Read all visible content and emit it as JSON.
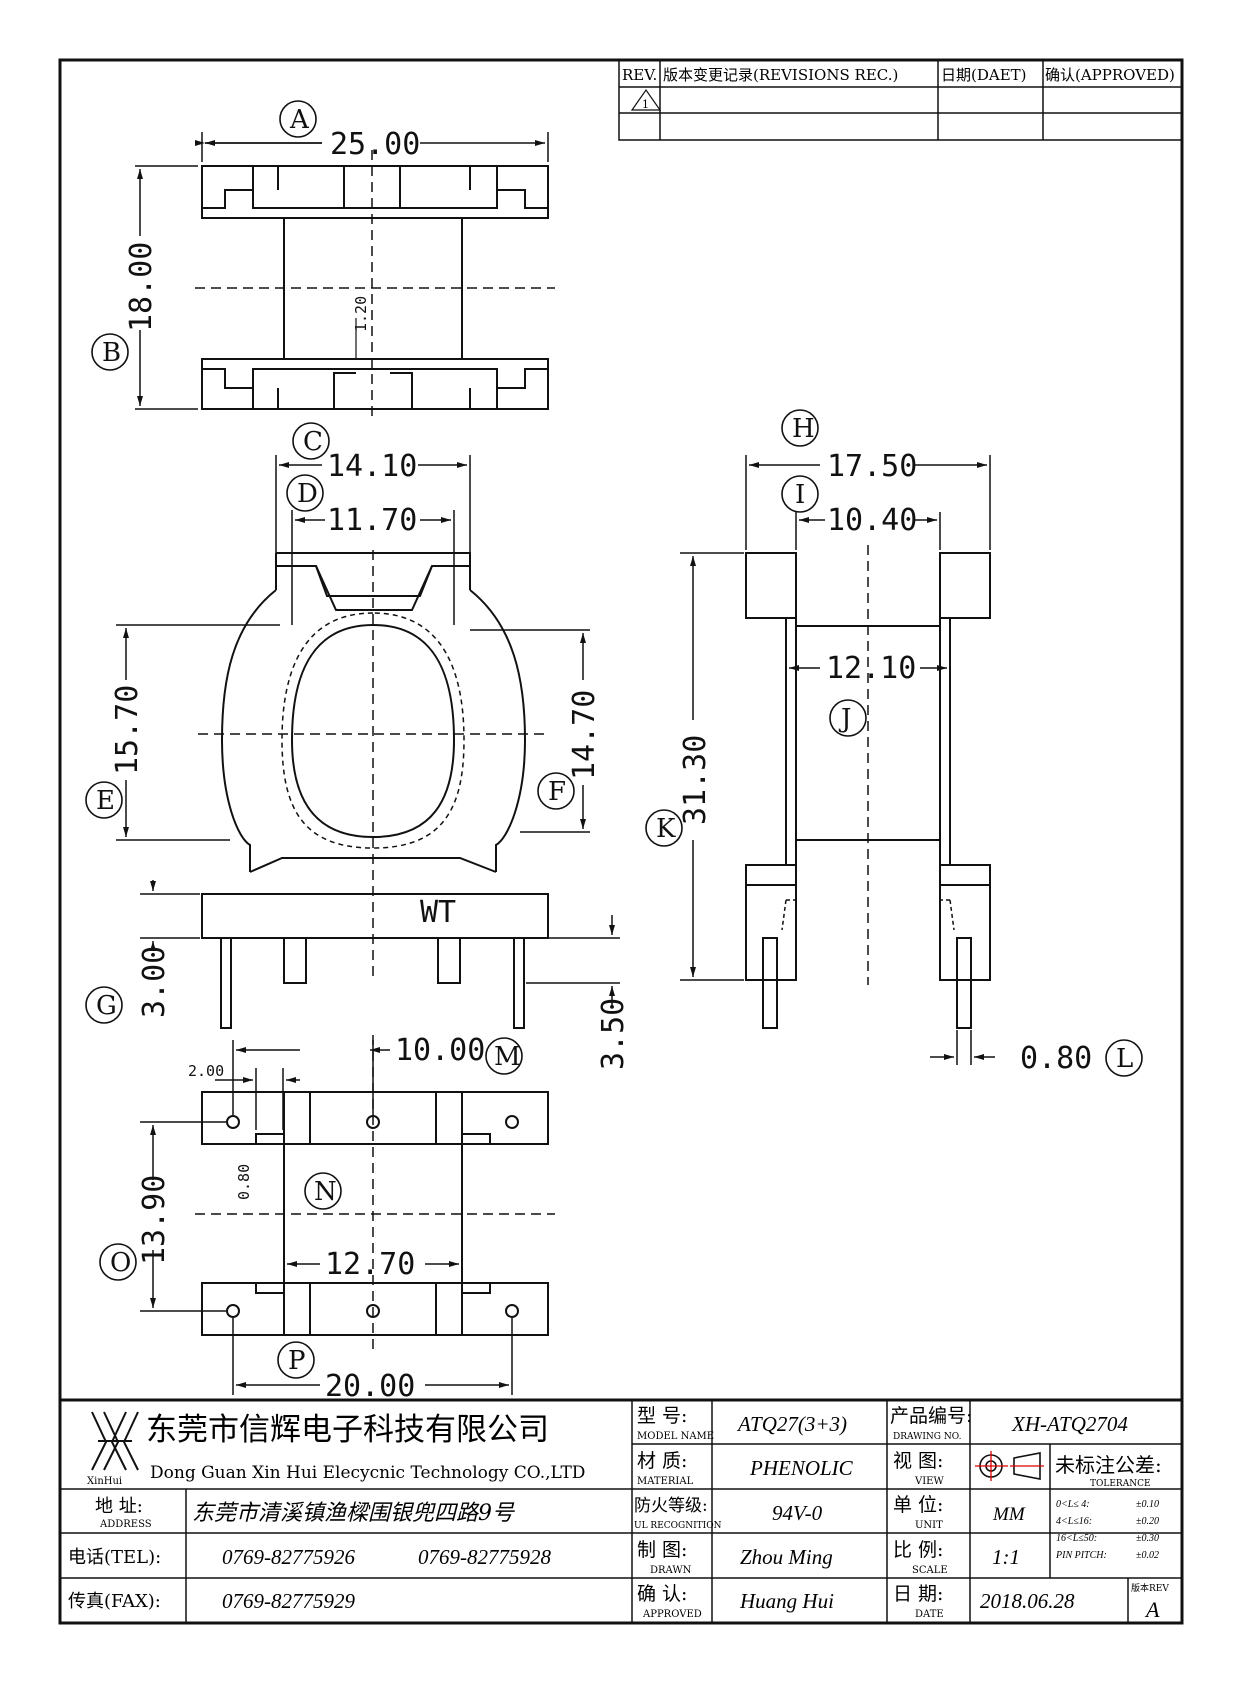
{
  "revisions": {
    "headers": [
      "REV.",
      "版本变更记录(REVISIONS REC.)",
      "日期(DAET)",
      "确认(APPROVED)"
    ],
    "rows": [
      {
        "rev": "1",
        "record": "",
        "date": "",
        "approved": ""
      },
      {
        "rev": "",
        "record": "",
        "date": "",
        "approved": ""
      }
    ]
  },
  "dimensions": {
    "A": "25.00",
    "B": "18.00",
    "wall": "1.20",
    "C": "14.10",
    "D": "11.70",
    "E": "15.70",
    "F": "14.70",
    "G": "3.00",
    "G2": "3.50",
    "mark": "WT",
    "H": "17.50",
    "I": "10.40",
    "J": "12.10",
    "K": "31.30",
    "L": "0.80",
    "M": "10.00",
    "pin_pitch": "2.00",
    "pin_dia": "0.80",
    "N": "12.70",
    "O": "13.90",
    "P": "20.00"
  },
  "labels": [
    "A",
    "B",
    "C",
    "D",
    "E",
    "F",
    "G",
    "H",
    "I",
    "J",
    "K",
    "L",
    "M",
    "N",
    "O",
    "P"
  ],
  "title_block": {
    "company_cn": "东莞市信辉电子科技有限公司",
    "company_en": "Dong Guan Xin Hui Elecycnic Technology CO.,LTD",
    "logo_text": "XinHui",
    "address_label": "地 址:",
    "address_label_en": "ADDRESS",
    "address": "东莞市清溪镇渔樑围银兜四路9号",
    "tel_label": "电话(TEL):",
    "tel1": "0769-82775926",
    "tel2": "0769-82775928",
    "fax_label": "传真(FAX):",
    "fax": "0769-82775929",
    "model_label": "型 号:",
    "model_label_en": "MODEL NAME",
    "model": "ATQ27(3+3)",
    "material_label": "材 质:",
    "material_label_en": "MATERIAL",
    "material": "PHENOLIC",
    "ul_label": "防火等级:",
    "ul_label_en": "UL RECOGNITION",
    "ul": "94V-0",
    "drawn_label": "制 图:",
    "drawn_label_en": "DRAWN",
    "drawn": "Zhou Ming",
    "approved_label": "确 认:",
    "approved_label_en": "APPROVED",
    "approved": "Huang Hui",
    "drawing_no_label": "产品编号:",
    "drawing_no_label_en": "DRAWING NO.",
    "drawing_no": "XH-ATQ2704",
    "view_label": "视 图:",
    "view_label_en": "VIEW",
    "unit_label": "单 位:",
    "unit_label_en": "UNIT",
    "unit": "MM",
    "scale_label": "比 例:",
    "scale_label_en": "SCALE",
    "scale": "1:1",
    "date_label": "日 期:",
    "date_label_en": "DATE",
    "date": "2018.06.28",
    "tolerance_label": "未标注公差:",
    "tolerance_label_en": "TOLERANCE",
    "tolerances": [
      {
        "range": "0<L≤ 4:",
        "tol": "±0.10"
      },
      {
        "range": "4<L≤16:",
        "tol": "±0.20"
      },
      {
        "range": "16<L≤50:",
        "tol": "±0.30"
      },
      {
        "range": "PIN PITCH:",
        "tol": "±0.02"
      }
    ],
    "version_label": "版本REV",
    "version": "A"
  }
}
